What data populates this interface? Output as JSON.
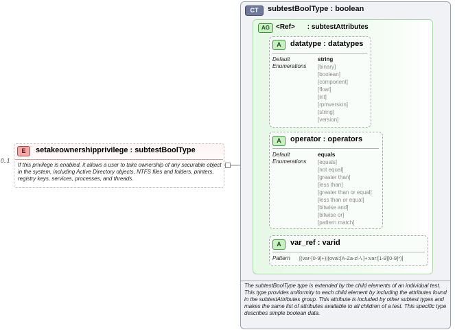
{
  "element": {
    "badge": "E",
    "title": "setakeownershipprivilege : subtestBoolType",
    "multiplicity": "0..1",
    "description": "If this privilege is enabled, it allows a user to take ownership of any securable object in the system, including Active Directory objects, NTFS files and folders, printers, registry keys, services, processes, and threads."
  },
  "complex_type": {
    "badge": "CT",
    "title": "subtestBoolType : boolean",
    "description": "The subtestBoolType type is extended by the child elements of an individual test.  This type provides uniformity to each child element by including the attributes found in the subtestAttributes group.  This attribute is included by other subtest types and makes the same list of attributes available to all children of a test.  This specific type describes simple boolean data."
  },
  "attribute_group": {
    "badge": "AG",
    "ref": "<Ref>",
    "name": ": subtestAttributes"
  },
  "attributes": [
    {
      "badge": "A",
      "title": "datatype : datatypes",
      "default_label": "Default",
      "enum_label": "Enumerations",
      "default": "string",
      "enumerations": [
        "[binary]",
        "[boolean]",
        "[component]",
        "[float]",
        "[int]",
        "[rpmversion]",
        "[string]",
        "[version]"
      ]
    },
    {
      "badge": "A",
      "title": "operator : operators",
      "default_label": "Default",
      "enum_label": "Enumerations",
      "default": "equals",
      "enumerations": [
        "[equals]",
        "[not equal]",
        "[greater than]",
        "[less than]",
        "[greater than or equal]",
        "[less than or equal]",
        "[bitwise and]",
        "[bitwise or]",
        "[pattern match]"
      ]
    },
    {
      "badge": "A",
      "title": "var_ref   : varid",
      "pattern_label": "Pattern",
      "pattern": "[(var-[0-9]+)|(oval:[A-Za-z\\-\\.]+:var:[1-9][0-9]*)]"
    }
  ],
  "colors": {
    "element_badge": "#f3a9a9",
    "attribute_badge": "#c9f0c3",
    "complex_type_badge": "#6f7899"
  }
}
